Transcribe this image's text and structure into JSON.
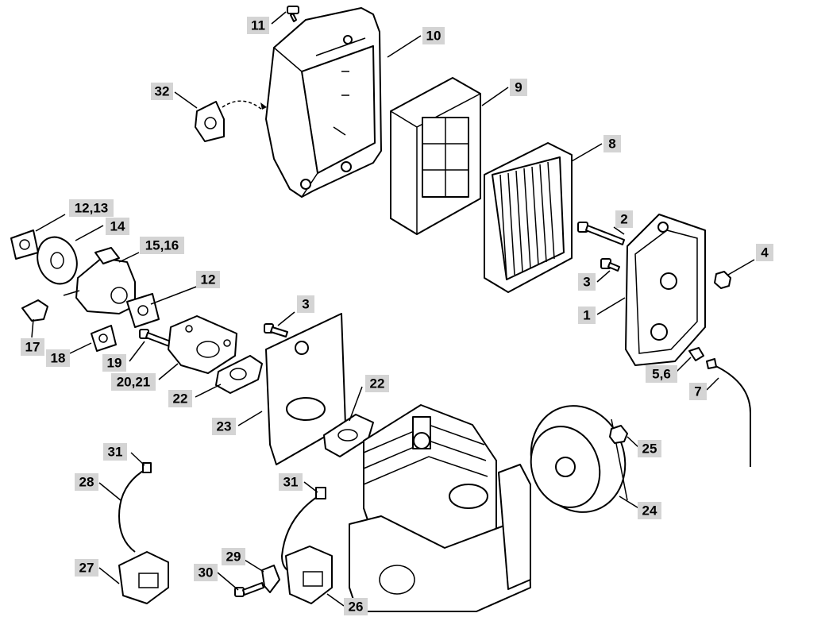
{
  "callouts": [
    {
      "id": "11",
      "text": "11"
    },
    {
      "id": "10",
      "text": "10"
    },
    {
      "id": "32",
      "text": "32"
    },
    {
      "id": "9",
      "text": "9"
    },
    {
      "id": "8",
      "text": "8"
    },
    {
      "id": "12-13",
      "text": "12,13"
    },
    {
      "id": "14",
      "text": "14"
    },
    {
      "id": "15-16",
      "text": "15,16"
    },
    {
      "id": "12",
      "text": "12"
    },
    {
      "id": "2",
      "text": "2"
    },
    {
      "id": "4",
      "text": "4"
    },
    {
      "id": "3a",
      "text": "3"
    },
    {
      "id": "1",
      "text": "1"
    },
    {
      "id": "3b",
      "text": "3"
    },
    {
      "id": "17",
      "text": "17"
    },
    {
      "id": "18",
      "text": "18"
    },
    {
      "id": "19",
      "text": "19"
    },
    {
      "id": "20-21",
      "text": "20,21"
    },
    {
      "id": "22a",
      "text": "22"
    },
    {
      "id": "22b",
      "text": "22"
    },
    {
      "id": "23",
      "text": "23"
    },
    {
      "id": "5-6",
      "text": "5,6"
    },
    {
      "id": "7",
      "text": "7"
    },
    {
      "id": "25",
      "text": "25"
    },
    {
      "id": "24",
      "text": "24"
    },
    {
      "id": "31a",
      "text": "31"
    },
    {
      "id": "28",
      "text": "28"
    },
    {
      "id": "31b",
      "text": "31"
    },
    {
      "id": "27",
      "text": "27"
    },
    {
      "id": "29",
      "text": "29"
    },
    {
      "id": "30",
      "text": "30"
    },
    {
      "id": "26",
      "text": "26"
    }
  ]
}
